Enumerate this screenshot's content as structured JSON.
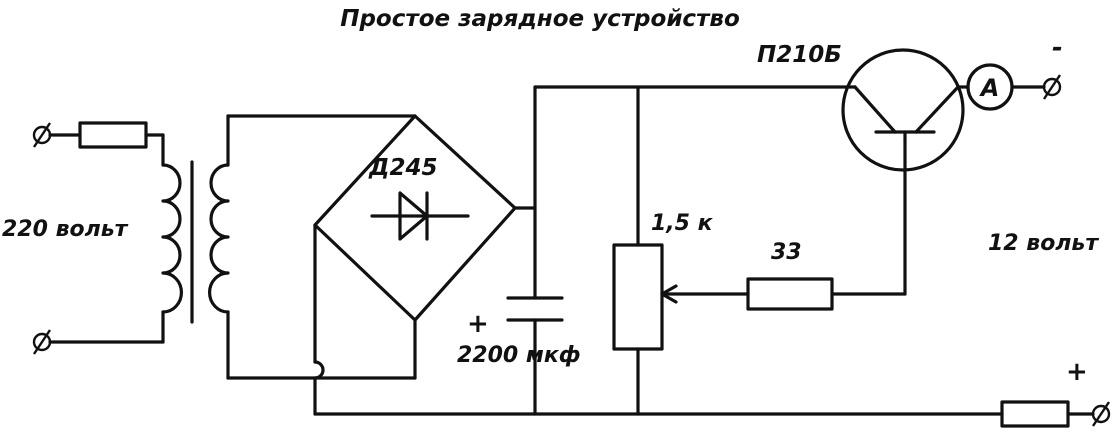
{
  "title": "Простое зарядное устройство",
  "labels": {
    "mains_voltage": "220 вольт",
    "bridge": "Д245",
    "transistor": "П210Б",
    "pot": "1,5 к",
    "resistor": "33",
    "cap_plus": "+",
    "capacitor": "2200 мкф",
    "output_voltage": "12 вольт",
    "out_minus": "-",
    "out_plus": "+",
    "ammeter": "A",
    "terminal_symbol": "ø"
  },
  "colors": {
    "ink": "#111111",
    "background": "#ffffff"
  }
}
